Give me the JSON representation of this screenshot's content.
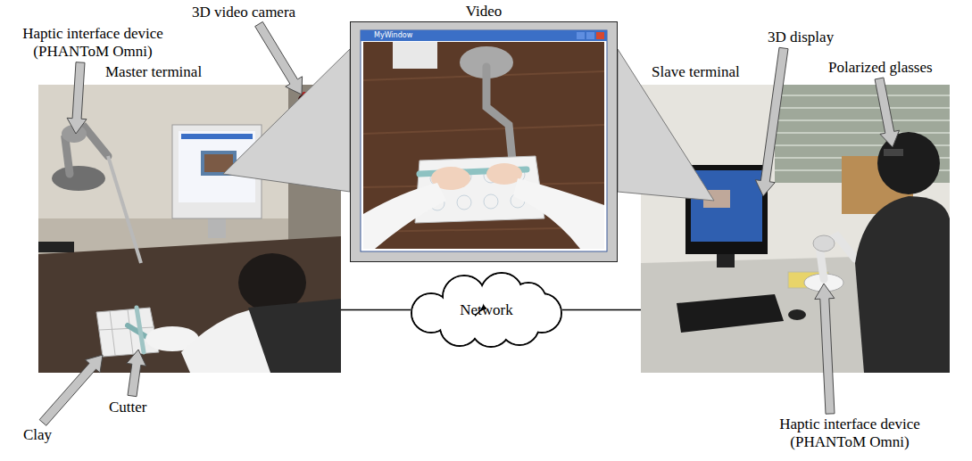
{
  "diagram": {
    "nodes": [
      {
        "text": [
          "Master terminal"
        ]
      },
      {
        "text": [
          "Video"
        ]
      },
      {
        "text": [
          "Network"
        ]
      },
      {
        "text": [
          "Slave terminal"
        ]
      }
    ],
    "edges": [
      {
        "from": 0,
        "to": 2,
        "arrow": "none"
      },
      {
        "from": 2,
        "to": 3,
        "arrow": "none"
      }
    ],
    "labels": [
      "3D video camera",
      "Haptic interface device (PHANToM Omni)",
      "Clay",
      "Cutter",
      "MyWindow",
      "3D display",
      "Polarized glasses",
      "Haptic interface device (PHANToM Omni)"
    ]
  }
}
